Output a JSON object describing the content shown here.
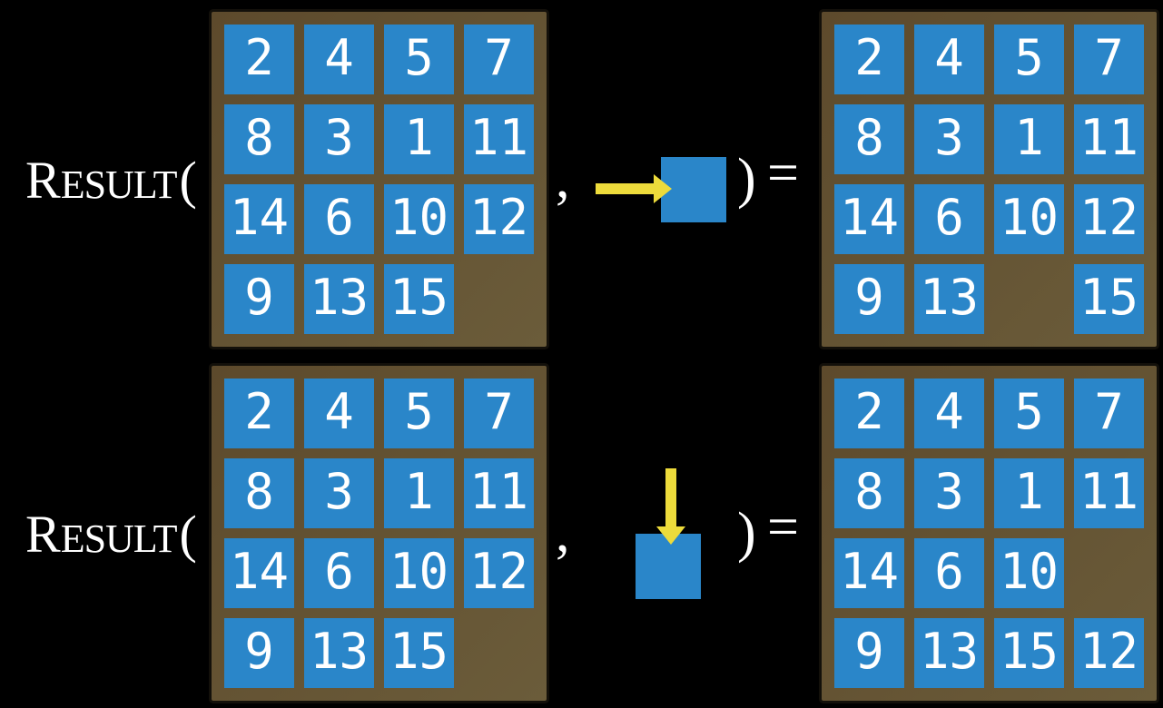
{
  "colors": {
    "background": "#000000",
    "board_brown_dark": "#5d4a2c",
    "board_brown_light": "#6b5c3a",
    "tile_blue": "#2a86c9",
    "arrow_yellow": "#eddb3b",
    "text_white": "#ffffff"
  },
  "label": {
    "first_letter": "R",
    "rest": "ESULT",
    "open_paren": "("
  },
  "symbols": {
    "comma": ",",
    "close_paren": ")",
    "equals": "="
  },
  "rows": [
    {
      "move": {
        "icon": "arrow-right-icon",
        "direction": "right"
      },
      "input_board": [
        2,
        4,
        5,
        7,
        8,
        3,
        1,
        11,
        14,
        6,
        10,
        12,
        9,
        13,
        15,
        null
      ],
      "output_board": [
        2,
        4,
        5,
        7,
        8,
        3,
        1,
        11,
        14,
        6,
        10,
        12,
        9,
        13,
        null,
        15
      ]
    },
    {
      "move": {
        "icon": "arrow-down-icon",
        "direction": "down"
      },
      "input_board": [
        2,
        4,
        5,
        7,
        8,
        3,
        1,
        11,
        14,
        6,
        10,
        12,
        9,
        13,
        15,
        null
      ],
      "output_board": [
        2,
        4,
        5,
        7,
        8,
        3,
        1,
        11,
        14,
        6,
        10,
        null,
        9,
        13,
        15,
        12
      ]
    }
  ]
}
